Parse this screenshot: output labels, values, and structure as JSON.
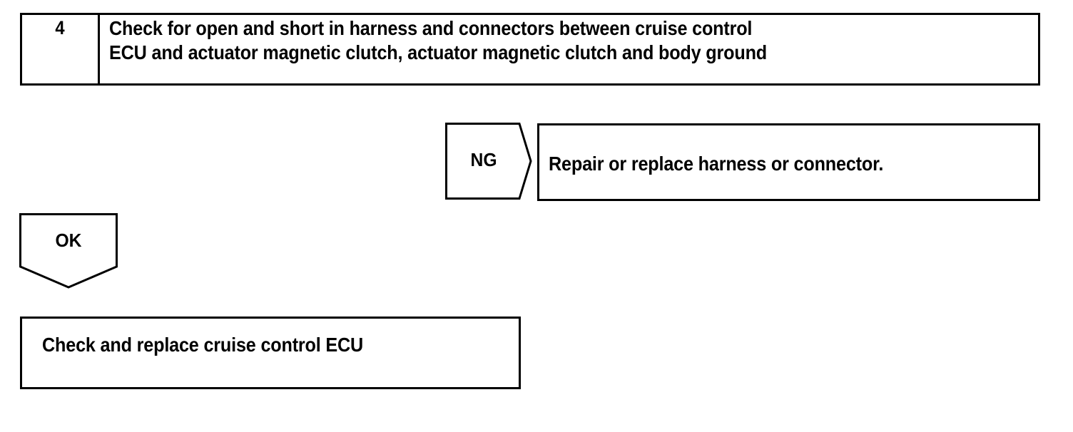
{
  "document": {
    "type": "troubleshooting-flowchart",
    "ink_color": "#000000",
    "paper_color": "#ffffff"
  },
  "step": {
    "number": "4",
    "instruction_line_1": "Check for open and short in harness and connectors between cruise control",
    "instruction_line_2": "ECU and actuator magnetic clutch, actuator magnetic clutch and body ground"
  },
  "branches": {
    "ng": {
      "label": "NG",
      "result_text": "Repair or replace harness or connector.",
      "arrow_direction": "right"
    },
    "ok": {
      "label": "OK",
      "arrow_direction": "down"
    }
  },
  "final": {
    "text": "Check and replace cruise control ECU"
  }
}
